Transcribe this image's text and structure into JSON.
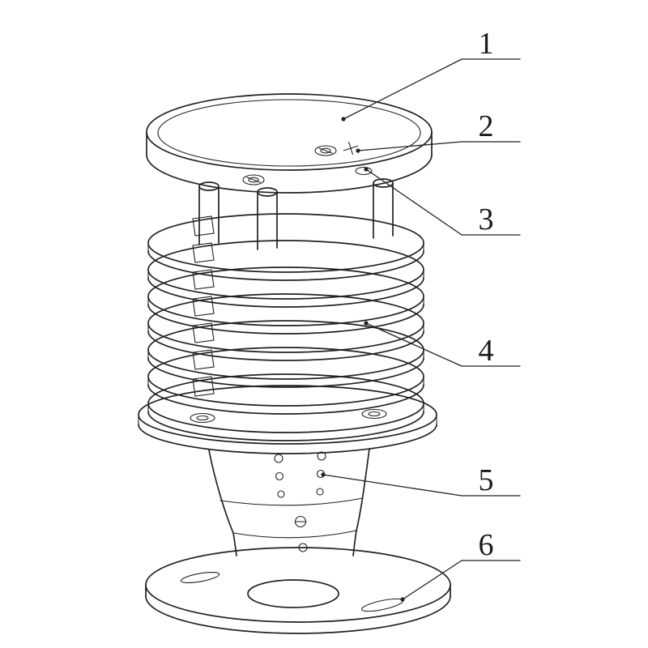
{
  "drawing": {
    "background": "#ffffff",
    "line_color": "#222222",
    "subject": "louvered-radiation-shield-assembly"
  },
  "callouts": [
    {
      "label": "1",
      "target": "top-cap"
    },
    {
      "label": "2",
      "target": "top-plate-fitting"
    },
    {
      "label": "3",
      "target": "top-plate-hole"
    },
    {
      "label": "4",
      "target": "louver-plate"
    },
    {
      "label": "5",
      "target": "vent-hole"
    },
    {
      "label": "6",
      "target": "mounting-base-plate"
    }
  ]
}
